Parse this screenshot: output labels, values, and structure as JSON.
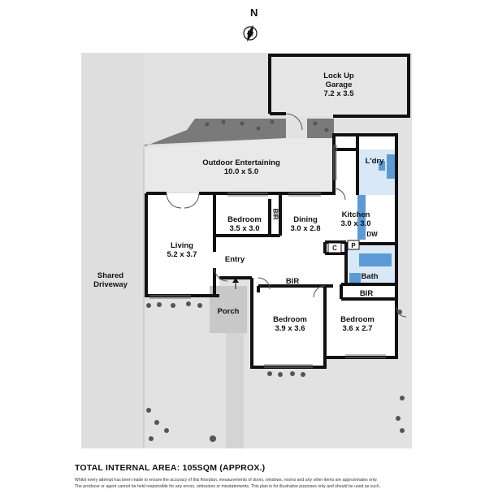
{
  "north_label": "N",
  "rooms": {
    "garage": {
      "name1": "Lock Up",
      "name2": "Garage",
      "dim": "7.2 x 3.5"
    },
    "outdoor": {
      "name": "Outdoor Entertaining",
      "dim": "10.0 x 5.0"
    },
    "laundry": {
      "name": "L'dry"
    },
    "kitchen": {
      "name": "Kitchen",
      "dim": "3.0 x 3.0",
      "dw": "DW"
    },
    "dining": {
      "name": "Dining",
      "dim": "3.0 x 2.8"
    },
    "bedroom_small": {
      "name": "Bedroom",
      "dim": "3.5 x 3.0",
      "bir": "BIR"
    },
    "living": {
      "name": "Living",
      "dim": "5.2 x 3.7"
    },
    "entry": {
      "name": "Entry"
    },
    "bath": {
      "name": "Bath"
    },
    "linen_c": "C",
    "pantry_p": "P",
    "bedroom_mid": {
      "name": "Bedroom",
      "dim": "3.9 x 3.6",
      "bir": "BIR"
    },
    "bedroom_right": {
      "name": "Bedroom",
      "dim": "3.6 x 2.7",
      "bir": "BIR"
    },
    "porch": {
      "name": "Porch"
    },
    "driveway": {
      "name1": "Shared",
      "name2": "Driveway"
    }
  },
  "footer": {
    "total_area": "TOTAL INTERNAL AREA: 105SQM (APPROX.)",
    "disclaimer1": "Whilst every attempt has been made to ensure the accuracy of this floorplan, measurements of doors, windows, rooms and any other items are approximates only.",
    "disclaimer2": "The producer or agent cannot be held responsible for any errors, omissions or misstatements. This plan is for illustrative purposes only and should be used as such."
  },
  "colors": {
    "wall": "#111111",
    "ground": "#dcdcdc",
    "paving": "#ececec",
    "wet_area": "#5b9bd5",
    "garden": "#6e6e6e"
  }
}
